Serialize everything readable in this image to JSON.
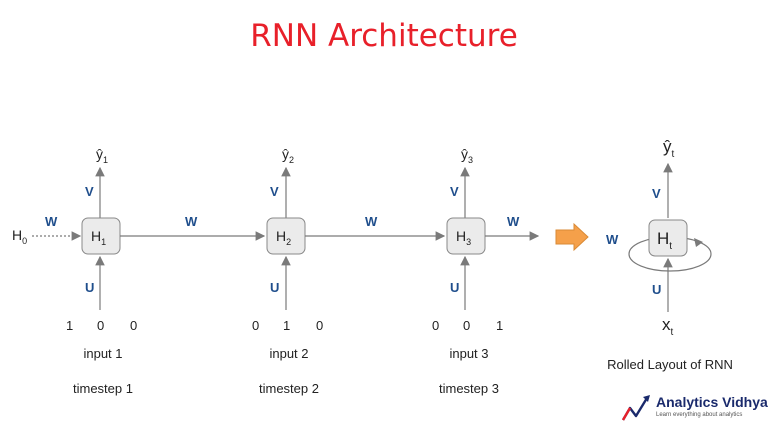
{
  "title": "RNN Architecture",
  "colors": {
    "title": "#e8202a",
    "weight_label": "#1f4e8c",
    "arrow": "#7a7a7a",
    "transition_arrow": "#f5a04a"
  },
  "initial_state": {
    "main": "H",
    "sub": "0"
  },
  "weights": {
    "w": "W",
    "v": "V",
    "u": "U"
  },
  "timesteps": [
    {
      "hidden": {
        "main": "H",
        "sub": "1"
      },
      "output": {
        "main": "ŷ",
        "sub": "1"
      },
      "input_vector": [
        "1",
        "0",
        "0"
      ],
      "input_label": "input 1",
      "timestep_label": "timestep 1"
    },
    {
      "hidden": {
        "main": "H",
        "sub": "2"
      },
      "output": {
        "main": "ŷ",
        "sub": "2"
      },
      "input_vector": [
        "0",
        "1",
        "0"
      ],
      "input_label": "input 2",
      "timestep_label": "timestep 2"
    },
    {
      "hidden": {
        "main": "H",
        "sub": "3"
      },
      "output": {
        "main": "ŷ",
        "sub": "3"
      },
      "input_vector": [
        "0",
        "0",
        "1"
      ],
      "input_label": "input 3",
      "timestep_label": "timestep 3"
    }
  ],
  "rolled": {
    "hidden": {
      "main": "H",
      "sub": "t"
    },
    "output": {
      "main": "ŷ",
      "sub": "t"
    },
    "input": {
      "main": "x",
      "sub": "t"
    },
    "caption": "Rolled Layout of RNN"
  },
  "logo": {
    "name": "Analytics Vidhya",
    "tagline": "Learn everything about analytics",
    "icon": "trend-line-icon"
  }
}
